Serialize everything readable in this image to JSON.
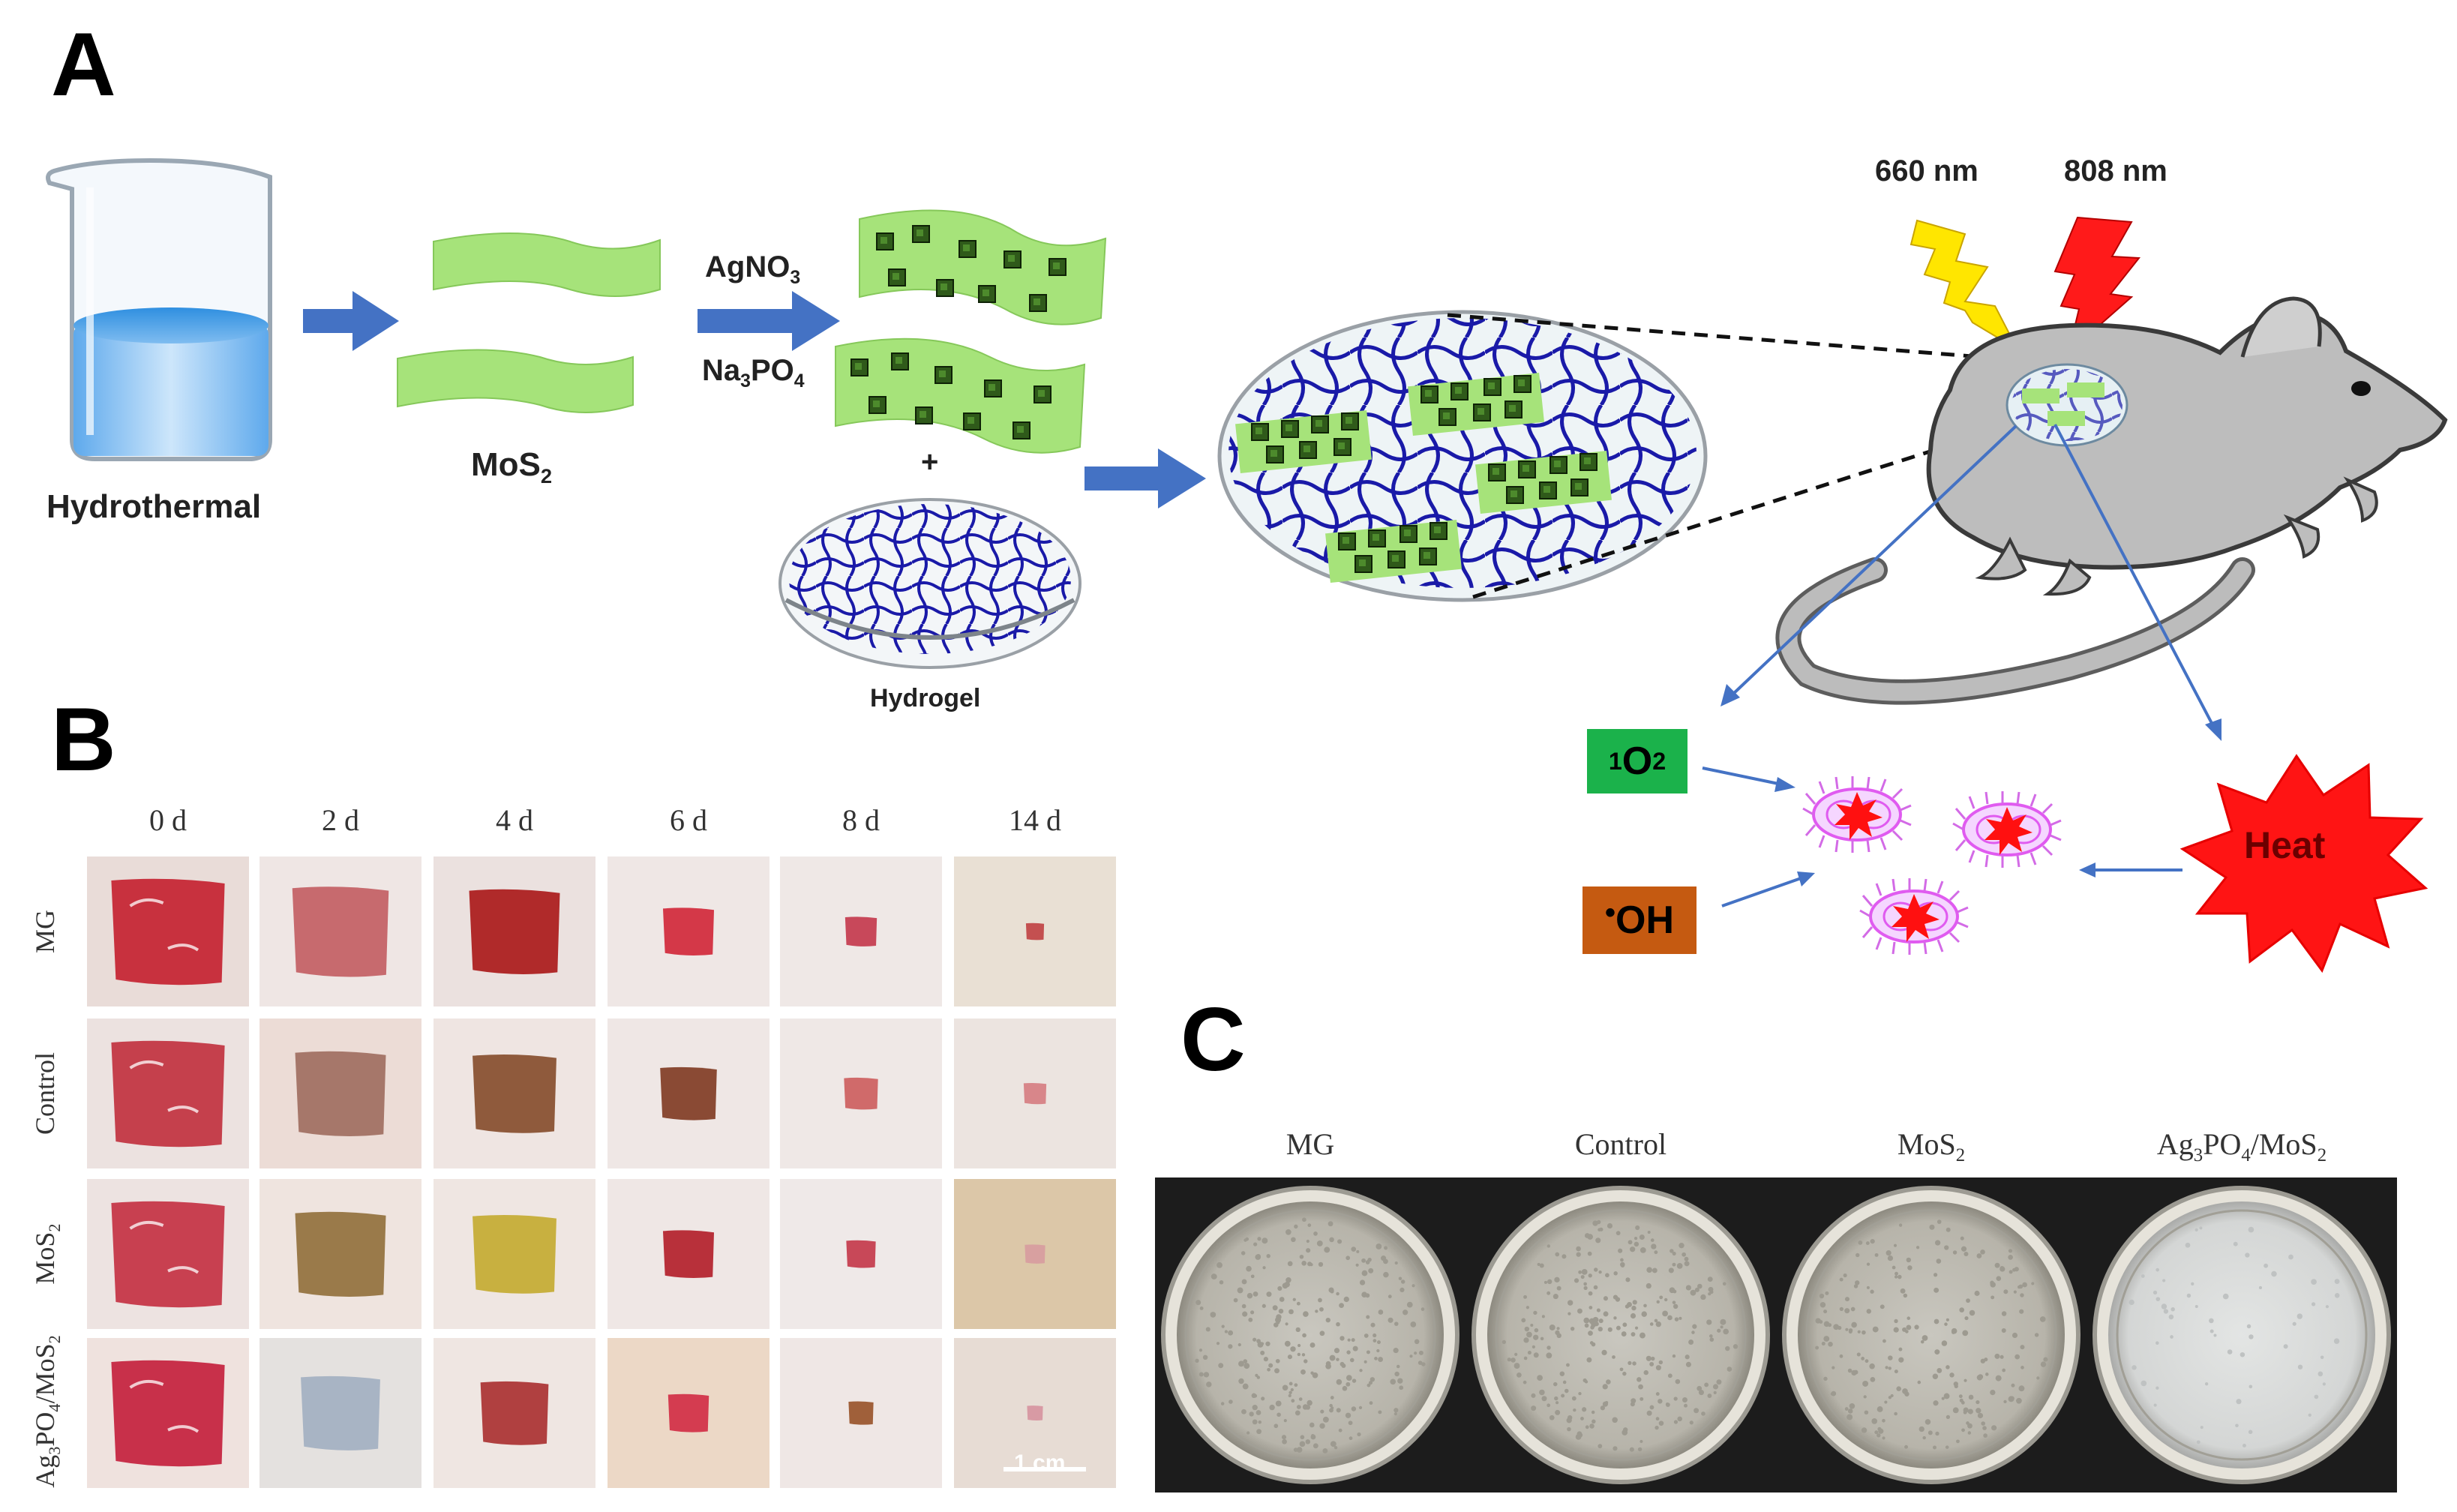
{
  "panels": {
    "a": "A",
    "b": "B",
    "c": "C"
  },
  "scheme": {
    "hydrothermal": "Hydrothermal",
    "mos2_main": "MoS",
    "mos2_sub": "2",
    "agno3_main": "AgNO",
    "agno3_sub": "3",
    "na3po4_pre": "Na",
    "na3po4_sub1": "3",
    "na3po4_mid": "PO",
    "na3po4_sub2": "4",
    "plus": "+",
    "hydrogel": "Hydrogel",
    "laser_660": "660 nm",
    "laser_808": "808 nm",
    "singlet_sup": "1",
    "singlet_main": "O",
    "singlet_sub": "2",
    "hydroxyl_dot": "•",
    "hydroxyl_main": "OH",
    "heat": "Heat"
  },
  "wound_grid": {
    "days": [
      "0 d",
      "2 d",
      "4 d",
      "6 d",
      "8 d",
      "14 d"
    ],
    "groups": [
      {
        "main": "MG",
        "sub": ""
      },
      {
        "main": "Control",
        "sub": ""
      },
      {
        "main": "MoS",
        "sub": "2"
      },
      {
        "main": "Ag",
        "sub": "3",
        "mid": "PO",
        "sub2": "4",
        "tail": "/MoS",
        "sub3": "2"
      }
    ],
    "scale_bar": "1 cm"
  },
  "plates": {
    "labels": [
      {
        "main": "MG"
      },
      {
        "main": "Control"
      },
      {
        "main": "MoS",
        "sub": "2"
      },
      {
        "main": "Ag",
        "sub": "3",
        "mid": "PO",
        "sub2": "4",
        "tail": "/MoS",
        "sub3": "2"
      }
    ]
  },
  "colors": {
    "arrow_blue": "#4472c4",
    "sheet_green": "#a6e37a",
    "mesh_blue": "#1a1aa8",
    "laser_yellow": "#ffe600",
    "laser_red": "#ff1a1a",
    "singlet_green": "#1bb24b",
    "hydroxyl_orange": "#c55a11",
    "heat_red": "#ff1414"
  }
}
